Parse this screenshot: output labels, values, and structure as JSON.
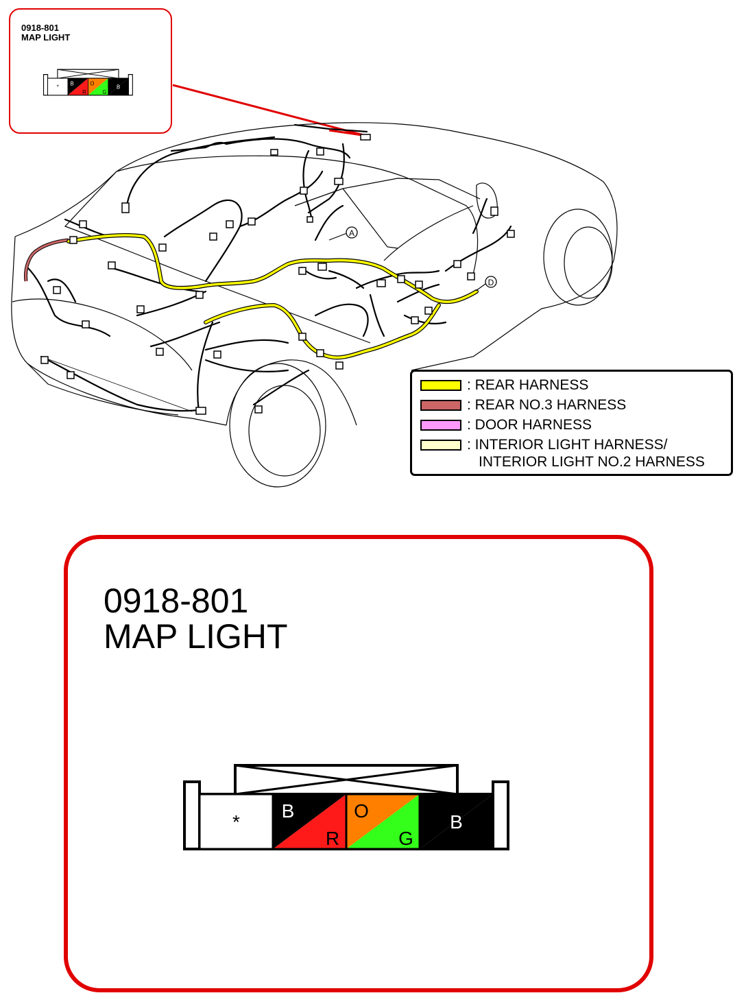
{
  "connector": {
    "code": "0918-801",
    "name": "MAP LIGHT",
    "terminals": [
      {
        "id": "t1",
        "top": "*",
        "bottom": "",
        "fill_top": "#ffffff",
        "fill_bottom": "#ffffff",
        "text_top_color": "#000000",
        "text_bottom_color": "#000000"
      },
      {
        "id": "t2",
        "top": "B",
        "bottom": "R",
        "fill_top": "#000000",
        "fill_bottom": "#ff1a1a",
        "text_top_color": "#ffffff",
        "text_bottom_color": "#000000"
      },
      {
        "id": "t3",
        "top": "O",
        "bottom": "G",
        "fill_top": "#ff8000",
        "fill_bottom": "#33ff1a",
        "text_top_color": "#000000",
        "text_bottom_color": "#000000"
      },
      {
        "id": "t4",
        "top": "B",
        "bottom": "",
        "fill_top": "#000000",
        "fill_bottom": "#000000",
        "text_top_color": "#ffffff",
        "text_bottom_color": "#ffffff"
      }
    ]
  },
  "callout_small": {
    "code": "0918-801",
    "name": "MAP LIGHT"
  },
  "callout_big": {
    "code": "0918-801",
    "name": "MAP LIGHT"
  },
  "markers": {
    "a": "A",
    "d": "D"
  },
  "legend": {
    "items": [
      {
        "color": "#ffff00",
        "label": ": REAR HARNESS"
      },
      {
        "color": "#cc6666",
        "label": ": REAR NO.3 HARNESS"
      },
      {
        "color": "#ff99ff",
        "label": ": DOOR HARNESS"
      },
      {
        "color": "#ffffcc",
        "label": ": INTERIOR LIGHT HARNESS/"
      }
    ],
    "continuation": "INTERIOR LIGHT NO.2 HARNESS"
  },
  "colors": {
    "callout_border": "#e00000",
    "harness_line": "#000000"
  }
}
